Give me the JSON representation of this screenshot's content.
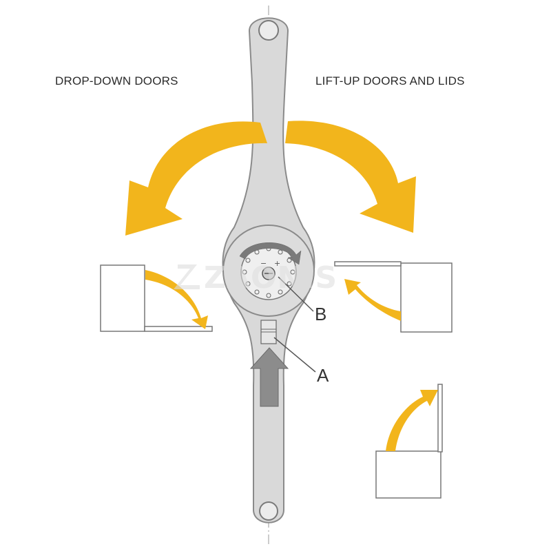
{
  "labels": {
    "drop_down": "DROP-DOWN DOORS",
    "lift_up": "LIFT-UP DOORS AND LIDS",
    "point_a": "A",
    "point_b": "B",
    "dial_minus": "−",
    "dial_plus": "+"
  },
  "watermark": "ZAONIS",
  "colors": {
    "arrow": "#F2B51C",
    "arm_fill": "#D9D9D9",
    "arm_stroke": "#8A8A8A",
    "push_arrow": "#8C8C8C",
    "line": "#555555"
  },
  "icons": {
    "big_left": "curved-arrow-left-icon",
    "big_right": "curved-arrow-right-icon",
    "push": "arrow-up-icon",
    "dial_rotation": "rotation-arrow-icon"
  }
}
